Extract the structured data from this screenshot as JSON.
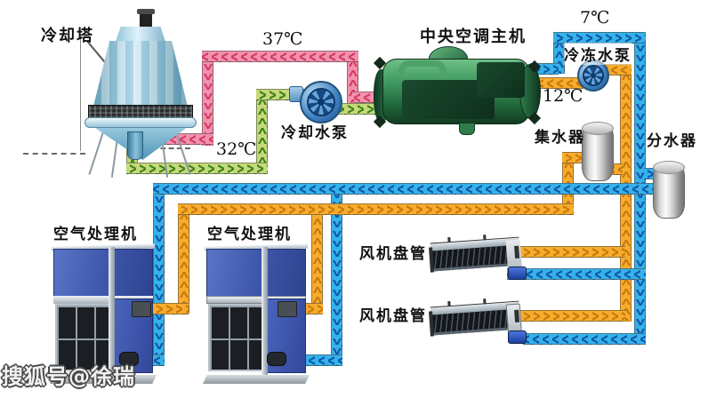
{
  "labels": {
    "cooling_tower": "冷却塔",
    "central_ac_unit": "中央空调主机",
    "chilled_water_pump": "冷冻水泵",
    "cooling_water_pump": "冷却水泵",
    "water_collector": "集水器",
    "water_distributor": "分水器",
    "air_handling_unit": "空气处理机",
    "fan_coil_unit": "风机盘管"
  },
  "temperatures": {
    "condenser_supply": "37℃",
    "condenser_return": "32℃",
    "chilled_supply": "7℃",
    "chilled_return": "12℃"
  },
  "watermark": "搜狐号@徐瑞",
  "pipe_colors": {
    "condenser_supply_pink": "#f291ad",
    "condenser_return_green": "#c6d979",
    "chilled_supply_blue": "#35b2e8",
    "chilled_return_orange": "#f8ac2b"
  }
}
